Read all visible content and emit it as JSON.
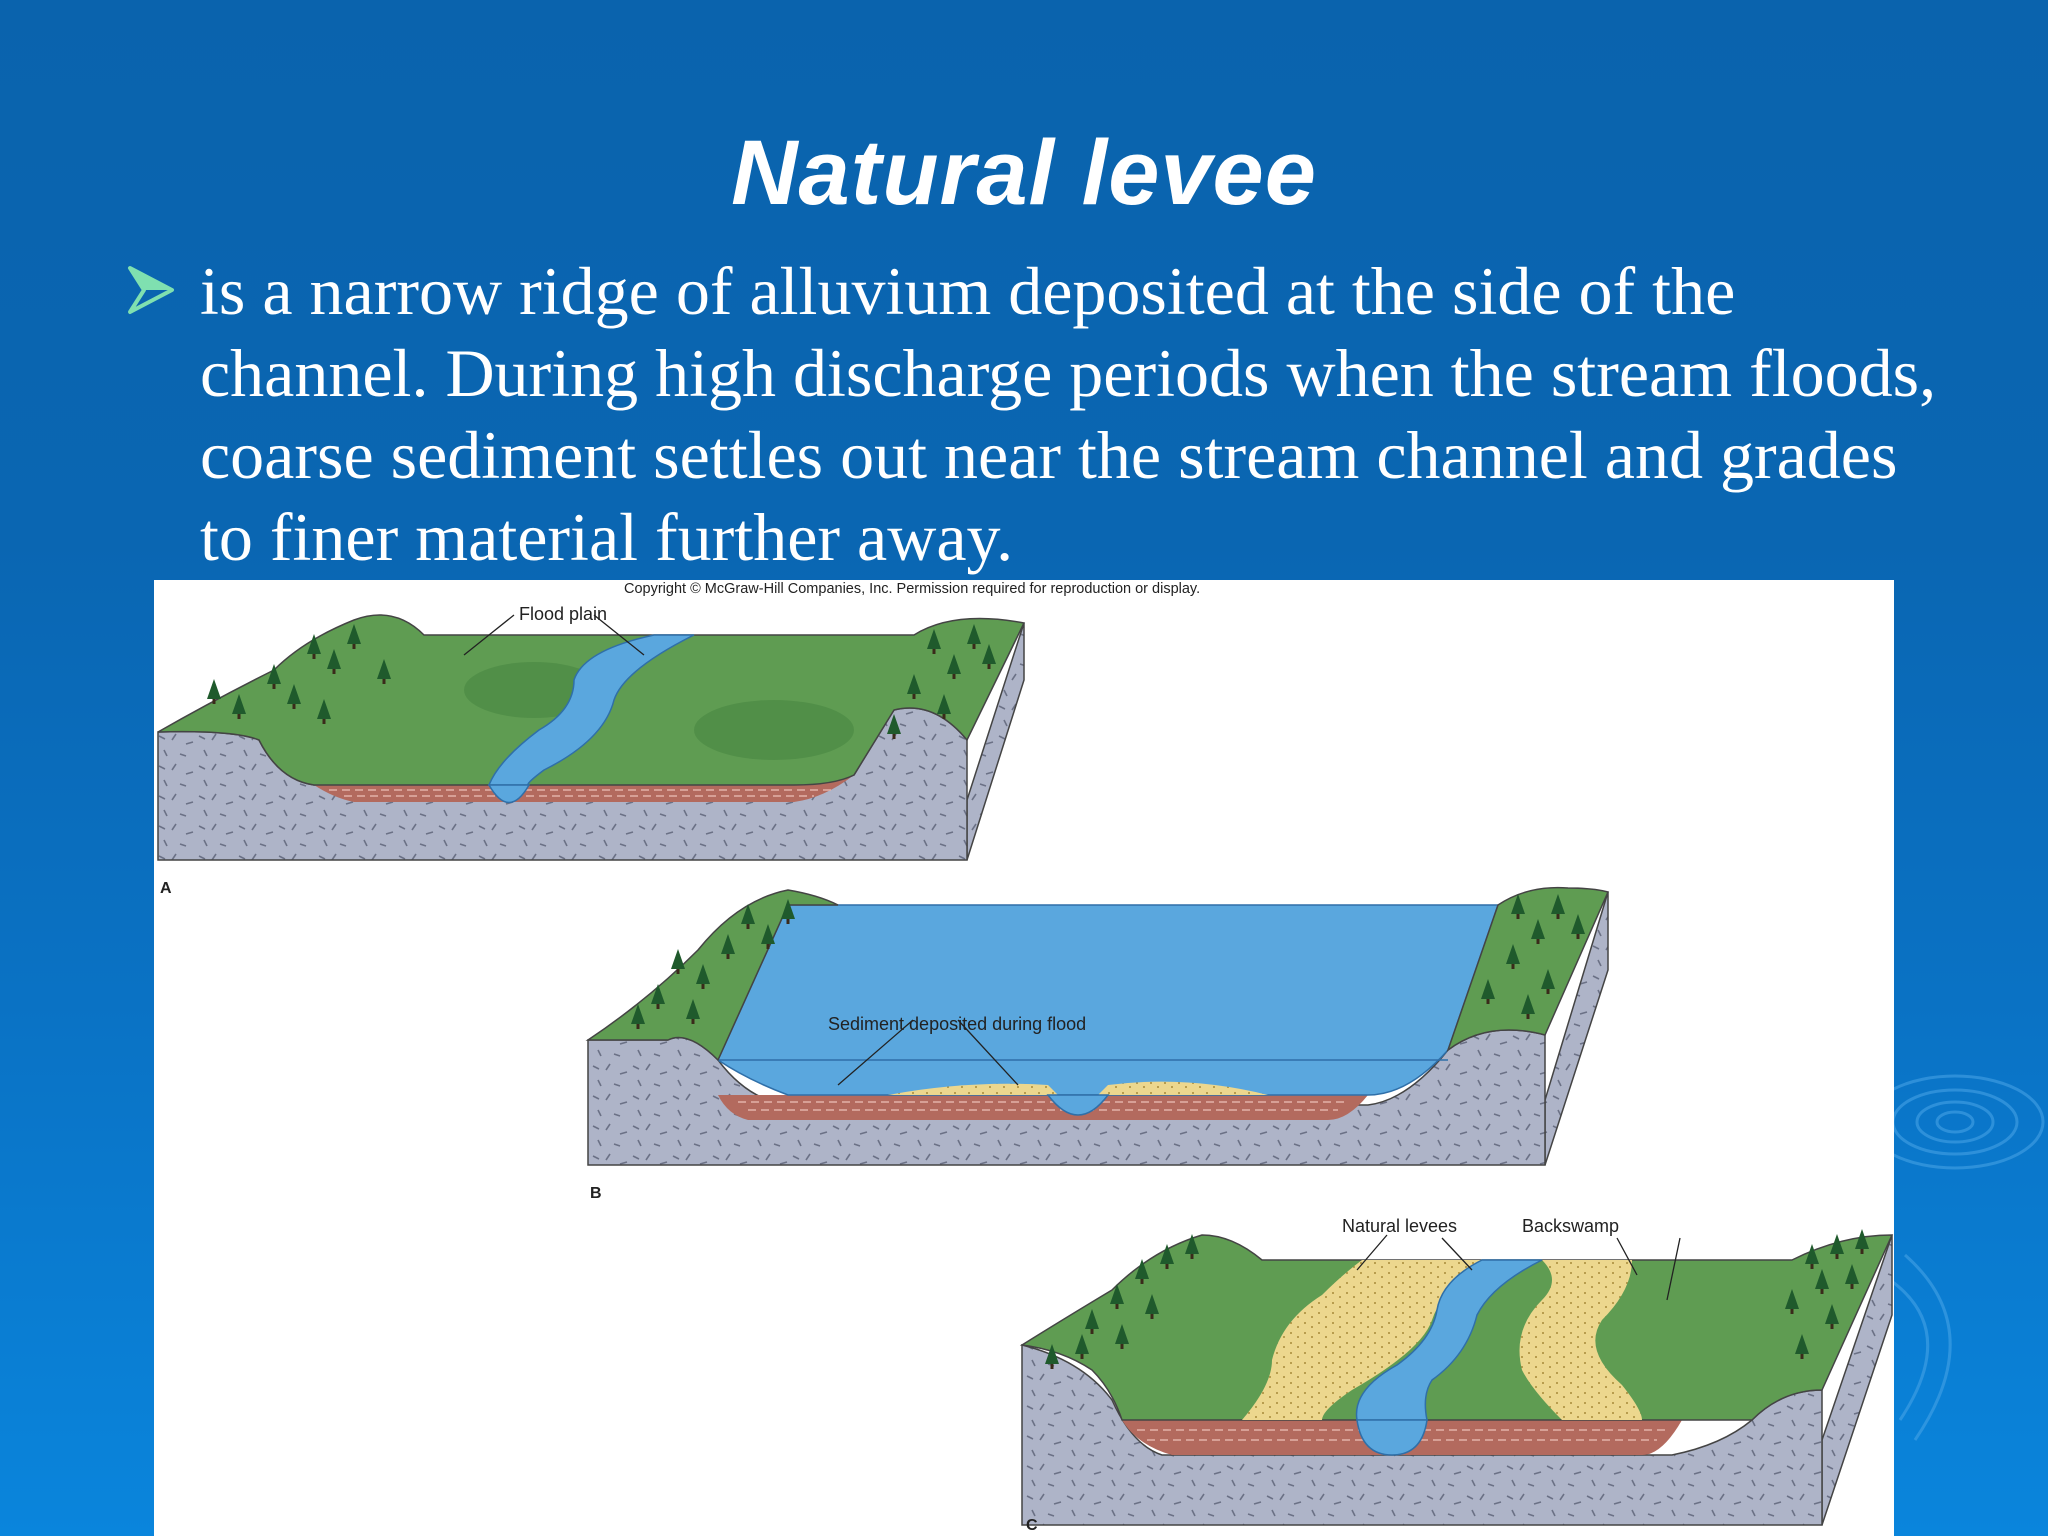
{
  "slide": {
    "title": "Natural levee",
    "bullet_icon": "arrow-bullet-icon",
    "bullet_color": "#7fe0b0",
    "body": "is a narrow ridge of alluvium deposited at the side of the channel. During high discharge periods when the stream floods, coarse sediment settles out near the stream channel and grades to finer material further away."
  },
  "figure": {
    "copyright": "Copyright © McGraw-Hill Companies, Inc. Permission required for reproduction or display.",
    "panel_a": {
      "letter": "A",
      "label": "Flood plain"
    },
    "panel_b": {
      "letter": "B",
      "label": "Sediment deposited during flood"
    },
    "panel_c": {
      "letter": "C",
      "label_levees": "Natural levees",
      "label_backswamp": "Backswamp"
    }
  },
  "colors": {
    "background": "#0a66b2",
    "water": "#5aa7de",
    "land": "#5f9c52",
    "rock": "#aeb4c8",
    "alluvium": "#b36a5e",
    "levee_sand": "#ecd78e"
  }
}
